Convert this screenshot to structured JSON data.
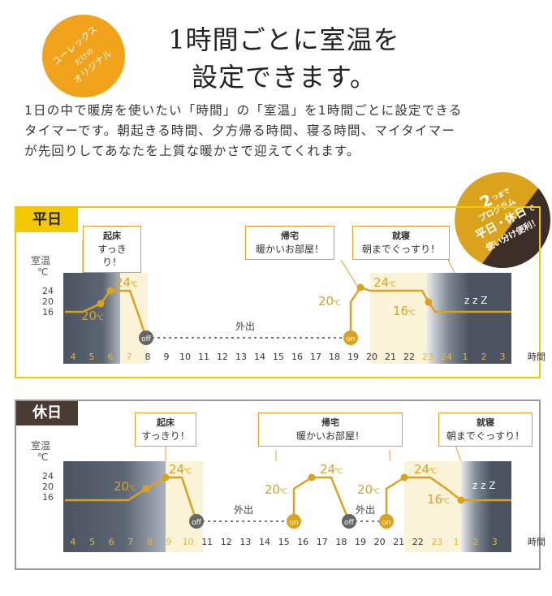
{
  "badge": {
    "text": "ユーレックスだけのオリジナル"
  },
  "title": {
    "line1": "1時間ごとに室温を",
    "line2": "設定できます。"
  },
  "description": [
    "1日の中で暖房を使いたい「時間」の「室温」を1時間ごとに設定できる",
    "タイマーです。朝起きる時間、夕方帰る時間、寝る時間、マイタイマー",
    "が先回りしてあなたを上質な暖かさで迎えてくれます。"
  ],
  "program_badge": {
    "number": "2",
    "line1": "つまで",
    "line2": "プログラム",
    "line3a": "平日",
    "line3b": "・",
    "line3c": "休日",
    "line3d": "で",
    "line4": "使い分け便利！"
  },
  "colors": {
    "gold": "#dba21c",
    "yellow": "#f3c800",
    "dark_brown": "#4a3c32",
    "night": "#4b5460"
  },
  "axis": {
    "y_title1": "室温",
    "y_title2": "℃",
    "y_ticks": [
      "24",
      "20",
      "16"
    ],
    "x_unit": "時間"
  },
  "weekday": {
    "tag": "平日",
    "hours": [
      "4",
      "5",
      "6",
      "7",
      "8",
      "9",
      "10",
      "11",
      "12",
      "13",
      "14",
      "15",
      "16",
      "17",
      "18",
      "19",
      "20",
      "21",
      "22",
      "23",
      "24",
      "1",
      "2",
      "3"
    ],
    "callouts": [
      {
        "title": "起床",
        "text": "すっきり！"
      },
      {
        "title": "帰宅",
        "text": "暖かいお部屋！"
      },
      {
        "title": "就寝",
        "text": "朝までぐっすり！"
      }
    ],
    "temps": [
      {
        "value": "24",
        "unit": "℃"
      },
      {
        "value": "20",
        "unit": "℃"
      },
      {
        "value": "20",
        "unit": "℃"
      },
      {
        "value": "24",
        "unit": "℃"
      },
      {
        "value": "16",
        "unit": "℃"
      }
    ],
    "off_label": "off",
    "on_label": "on",
    "away_label": "外出",
    "zzz": "z z Z"
  },
  "holiday": {
    "tag": "休日",
    "hours": [
      "4",
      "5",
      "6",
      "7",
      "8",
      "9",
      "10",
      "11",
      "12",
      "13",
      "14",
      "15",
      "16",
      "17",
      "18",
      "19",
      "20",
      "21",
      "22",
      "23",
      "1",
      "2",
      "3"
    ],
    "callouts": [
      {
        "title": "起床",
        "text": "すっきり！"
      },
      {
        "title": "帰宅",
        "text": "暖かいお部屋！"
      },
      {
        "title": "就寝",
        "text": "朝までぐっすり！"
      }
    ],
    "temps": [
      {
        "value": "20",
        "unit": "℃"
      },
      {
        "value": "24",
        "unit": "℃"
      },
      {
        "value": "20",
        "unit": "℃"
      },
      {
        "value": "24",
        "unit": "℃"
      },
      {
        "value": "20",
        "unit": "℃"
      },
      {
        "value": "24",
        "unit": "℃"
      },
      {
        "value": "16",
        "unit": "℃"
      }
    ],
    "off_label": "off",
    "on_label": "on",
    "away_label": "外出",
    "zzz": "z z Z"
  }
}
